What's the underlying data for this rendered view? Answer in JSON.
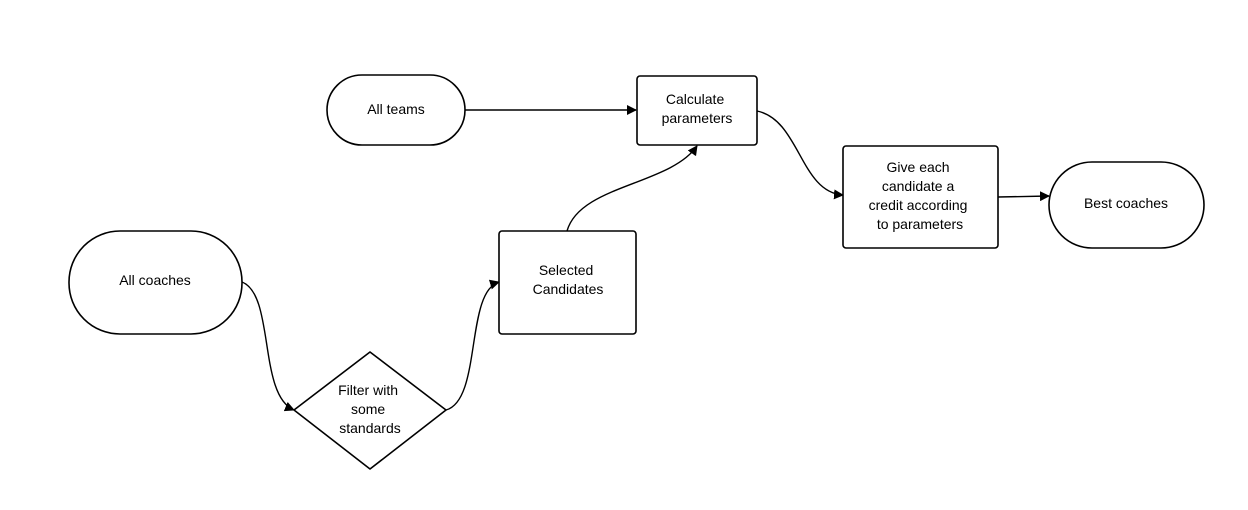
{
  "diagram": {
    "nodes": {
      "all_teams": {
        "shape": "terminator",
        "lines": [
          "All teams"
        ]
      },
      "calculate": {
        "shape": "process",
        "lines": [
          "Calculate",
          "parameters"
        ]
      },
      "give_credit": {
        "shape": "process",
        "lines": [
          "Give each",
          "candidate a",
          "credit according",
          "to parameters"
        ]
      },
      "best_coaches": {
        "shape": "terminator",
        "lines": [
          "Best coaches"
        ]
      },
      "all_coaches": {
        "shape": "terminator",
        "lines": [
          "All coaches"
        ]
      },
      "filter": {
        "shape": "decision",
        "lines": [
          "Filter with",
          "some",
          "standards"
        ]
      },
      "selected": {
        "shape": "process",
        "lines": [
          "Selected",
          "Candidates"
        ]
      }
    },
    "edges": [
      {
        "from": "All teams",
        "to": "Calculate parameters"
      },
      {
        "from": "All coaches",
        "to": "Filter with some standards"
      },
      {
        "from": "Filter with some standards",
        "to": "Selected Candidates"
      },
      {
        "from": "Selected Candidates",
        "to": "Calculate parameters"
      },
      {
        "from": "Calculate parameters",
        "to": "Give each candidate a credit according to parameters"
      },
      {
        "from": "Give each candidate a credit according to parameters",
        "to": "Best coaches"
      }
    ]
  }
}
